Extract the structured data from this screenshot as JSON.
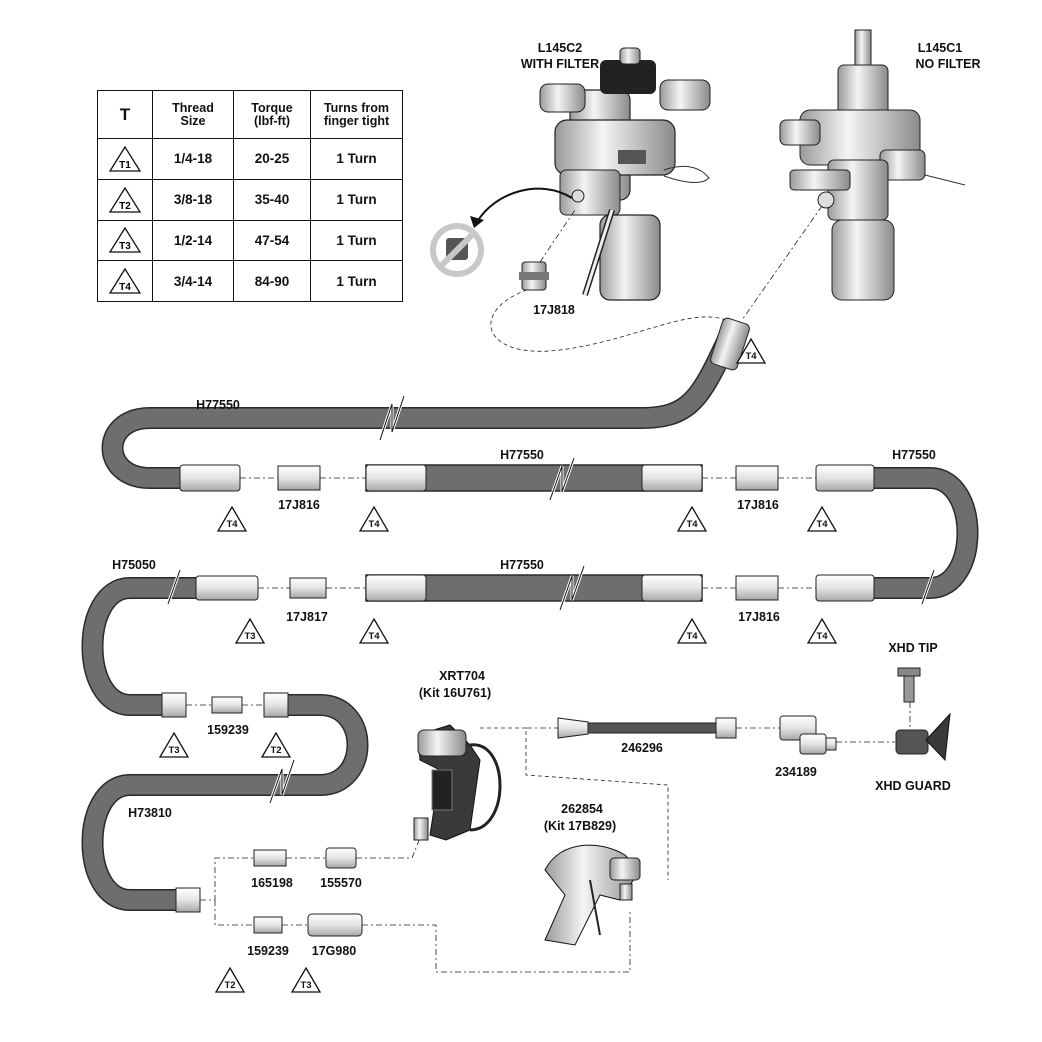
{
  "torque_table": {
    "headers": [
      "T",
      "Thread\nSize",
      "Torque\n(lbf-ft)",
      "Turns from\nfinger tight"
    ],
    "rows": [
      {
        "symbol": "T1",
        "thread": "1/4-18",
        "torque": "20-25",
        "turns": "1 Turn"
      },
      {
        "symbol": "T2",
        "thread": "3/8-18",
        "torque": "35-40",
        "turns": "1 Turn"
      },
      {
        "symbol": "T3",
        "thread": "1/2-14",
        "torque": "47-54",
        "turns": "1 Turn"
      },
      {
        "symbol": "T4",
        "thread": "3/4-14",
        "torque": "84-90",
        "turns": "1 Turn"
      }
    ]
  },
  "pumps": {
    "left": {
      "line1": "L145C2",
      "line2": "WITH FILTER"
    },
    "right": {
      "line1": "L145C1",
      "line2": "NO FILTER"
    }
  },
  "parts": {
    "fitting_17j818": "17J818",
    "hose_h77550": "H77550",
    "fitting_17j816": "17J816",
    "hose_h75050": "H75050",
    "fitting_17j817": "17J817",
    "fitting_159239": "159239",
    "hose_h73810": "H73810",
    "fitting_165198": "165198",
    "fitting_155570": "155570",
    "fitting_17g980": "17G980",
    "extension_246296": "246296",
    "swivel_234189": "234189",
    "xhd_tip": "XHD TIP",
    "xhd_guard": "XHD GUARD"
  },
  "guns": {
    "xrt704": {
      "line1": "XRT704",
      "line2": "(Kit 16U761)"
    },
    "g262854": {
      "line1": "262854",
      "line2": "(Kit 17B829)"
    }
  },
  "torque_marks": {
    "t2": "T2",
    "t3": "T3",
    "t4": "T4"
  },
  "colors": {
    "hose": "#6e6e6e",
    "hose_edge": "#2a2a2a",
    "fitting": "#f2f2f2",
    "line": "#111111"
  }
}
